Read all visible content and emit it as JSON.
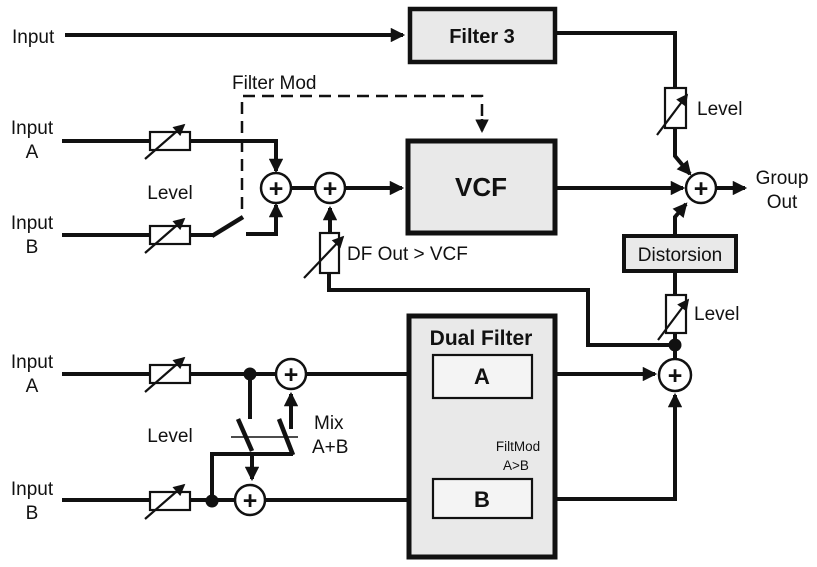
{
  "diagram": {
    "colors": {
      "background": "#ffffff",
      "line": "#111111",
      "box_fill": "#e9e9e9",
      "subbox_fill": "#f4f4f4",
      "attenuator_fill": "#ffffff"
    },
    "blocks": {
      "filter3": "Filter 3",
      "vcf": "VCF",
      "distorsion": "Distorsion",
      "dual_filter": "Dual Filter",
      "dual_filter_a": "A",
      "dual_filter_b": "B"
    },
    "labels": {
      "input_top": "Input",
      "filter_mod": "Filter Mod",
      "input_a_1": "Input",
      "input_a_2": "A",
      "input_b_1": "Input",
      "input_b_2": "B",
      "level": "Level",
      "df_out_vcf": "DF Out > VCF",
      "group_out_1": "Group",
      "group_out_2": "Out",
      "mix_1": "Mix",
      "mix_2": "A+B",
      "filtmod_1": "FiltMod",
      "filtmod_2": "A>B"
    },
    "icons": {
      "sum": "+"
    }
  }
}
